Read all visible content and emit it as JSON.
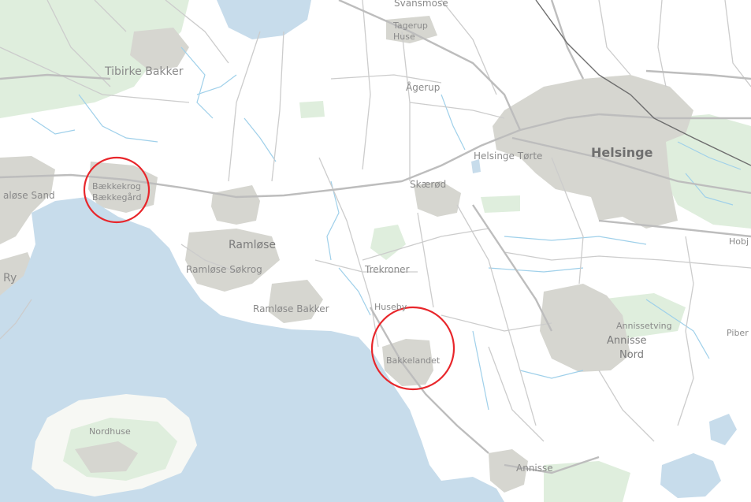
{
  "map": {
    "colors": {
      "water": "#c7dceb",
      "urban": "#d6d6d0",
      "forest": "#dfeedd",
      "roads_major": "#bdbdbd",
      "roads_minor": "#c9c9c9",
      "streams": "#9fd0ea",
      "highlight": "#e8262b"
    },
    "labels": {
      "svansmose": "Svansmose",
      "tagerup_huse": "Tagerup Huse",
      "tibirke_bakker": "Tibirke Bakker",
      "agerup": "Ågerup",
      "helsinge": "Helsinge",
      "helsinge_torte": "Helsinge Tørte",
      "ramlose_sand": "aløse Sand",
      "baekkekrog": "Bækkekrog",
      "baekkegard": "Bækkegård",
      "skaerod": "Skærød",
      "ramlose": "Ramløse",
      "ramlose_sokrog": "Ramløse Søkrog",
      "trekroner": "Trekroner",
      "ry": "Ry",
      "ramlose_bakker": "Ramløse Bakker",
      "huseby": "Huseby",
      "annissetving": "Annissetving",
      "annisse_nord_1": "Annisse",
      "annisse_nord_2": "Nord",
      "bakkelandet": "Bakkelandet",
      "nordhuse": "Nordhuse",
      "annisse": "Annisse",
      "hobj": "Hobj",
      "piber": "Piber"
    },
    "highlights": [
      "Bækkekrog / Bækkegård",
      "Bakkelandet"
    ]
  }
}
